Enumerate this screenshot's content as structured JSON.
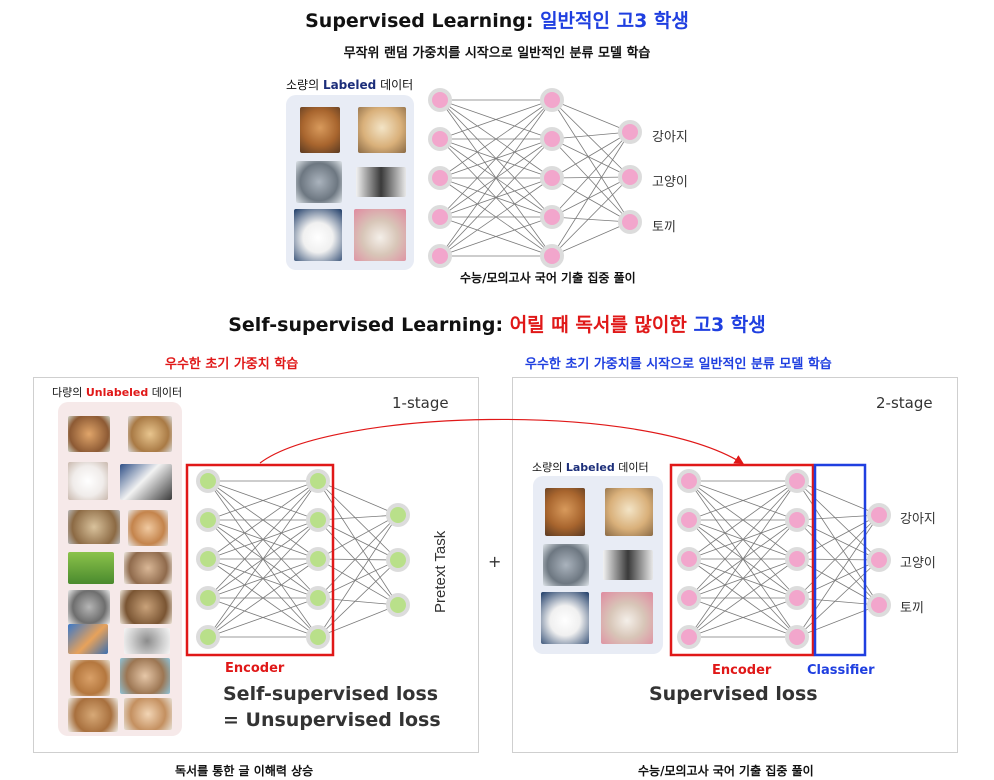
{
  "top": {
    "title_black": "Supervised Learning: ",
    "title_blue": "일반적인 고3 학생",
    "subtitle": "무작위 랜덤 가중치를 시작으로 일반적인 분류 모델 학습",
    "data_label_pre": "소량의 ",
    "data_label_mid": "Labeled",
    "data_label_post": " 데이터",
    "outputs": [
      "강아지",
      "고양이",
      "토끼"
    ],
    "caption": "수능/모의고사 국어 기출 집중 풀이"
  },
  "middle": {
    "title_black": "Self-supervised Learning: ",
    "title_red": "어릴 때 독서를 많이한",
    "title_blue": " 고3 학생"
  },
  "left": {
    "header": "우수한 초기 가중치 학습",
    "stage": "1-stage",
    "data_label_pre": "다량의 ",
    "data_label_mid": "Unlabeled",
    "data_label_post": " 데이터",
    "pretext": "Pretext Task",
    "encoder": "Encoder",
    "loss_line1": "Self-supervised loss",
    "loss_line2": "= Unsupervised loss",
    "caption": "독서를 통한 글 이해력 상승"
  },
  "plus": "+",
  "right": {
    "header": "우수한 초기 가중치를 시작으로 일반적인 분류 모델 학습",
    "stage": "2-stage",
    "data_label_pre": "소량의 ",
    "data_label_mid": "Labeled",
    "data_label_post": " 데이터",
    "encoder": "Encoder",
    "classifier": "Classifier",
    "loss": "Supervised loss",
    "outputs": [
      "강아지",
      "고양이",
      "토끼"
    ],
    "caption": "수능/모의고사 국어 기출 집중 풀이"
  },
  "colors": {
    "blue": "#1f3fe0",
    "red": "#e01818",
    "pink_node": "#f2a6cc",
    "green_node": "#b9e08a",
    "node_ring": "#dcdcdc",
    "labeled_panel": "#e8ecf5",
    "unlabeled_panel": "#f6e9e9"
  }
}
